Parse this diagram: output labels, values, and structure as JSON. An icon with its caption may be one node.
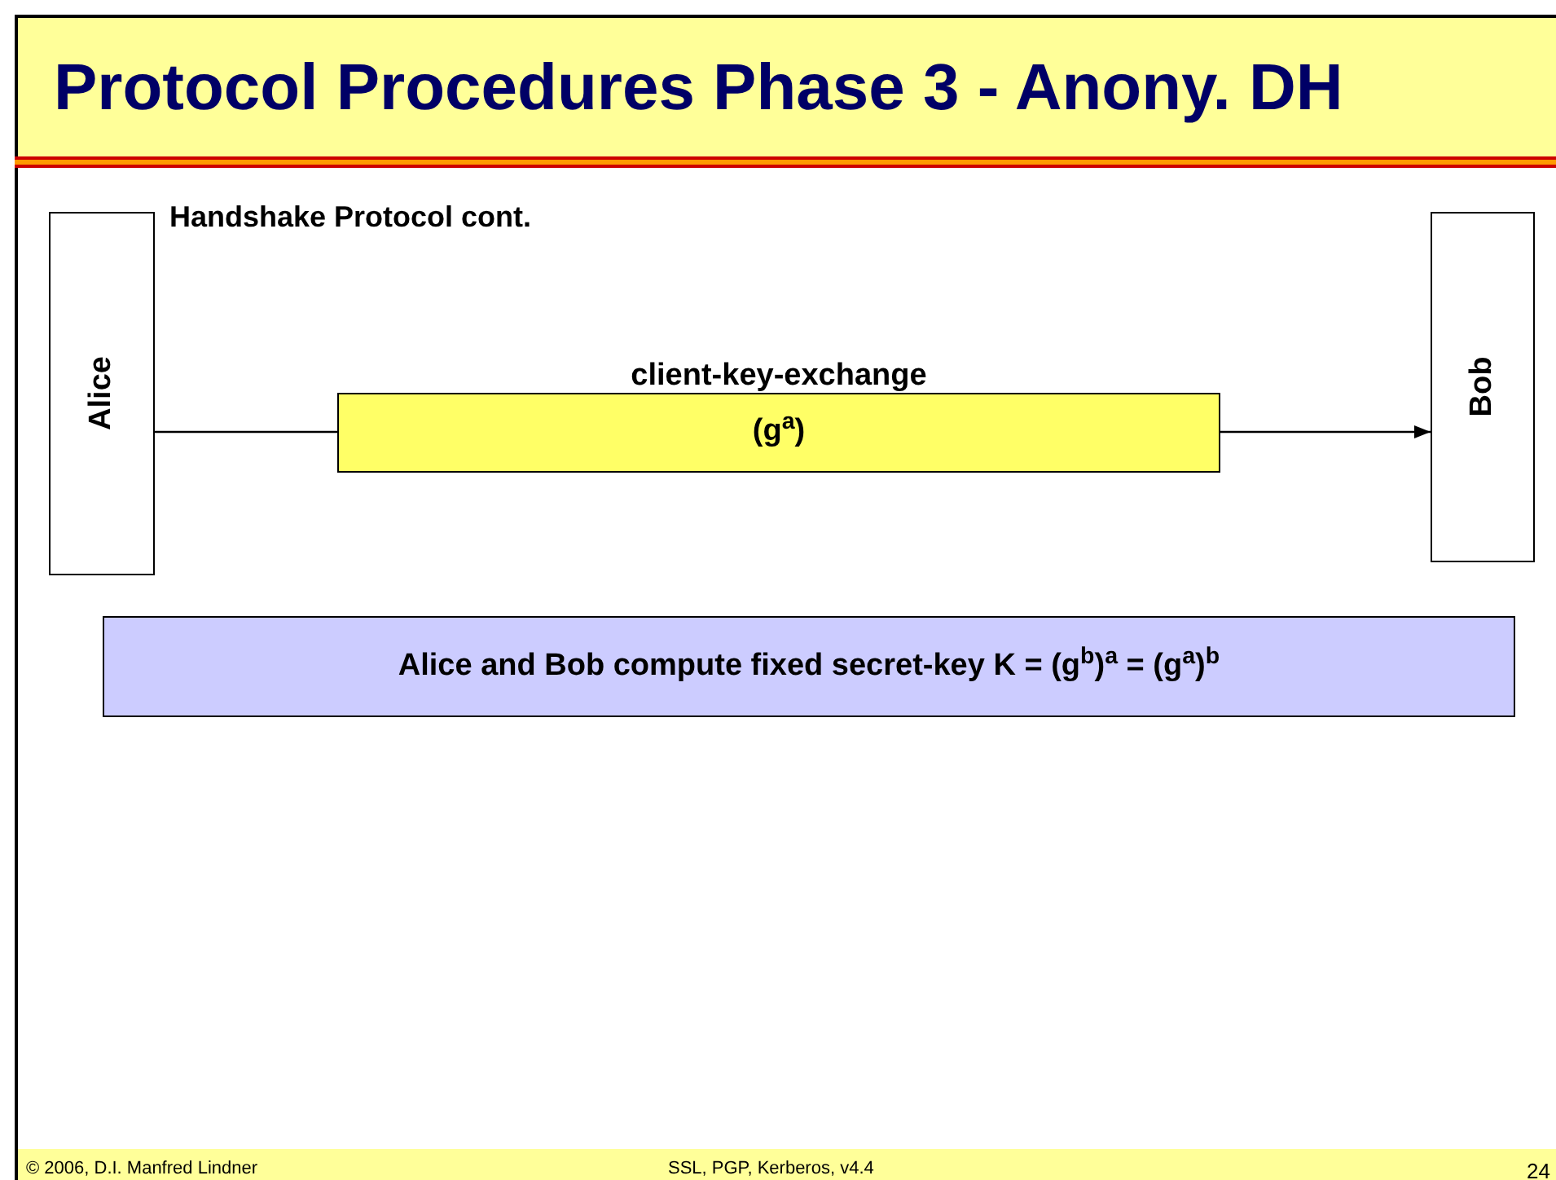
{
  "diagram": {
    "title": "Protocol Procedures Phase 3 - Anony. DH",
    "nodes": [
      {
        "text": [
          "Alice"
        ]
      },
      {
        "text": [
          "client-key-exchange",
          "(g$^{a}$)"
        ]
      },
      {
        "text": [
          "Bob"
        ]
      },
      {
        "text": [
          "Alice and Bob compute fixed secret-key K = (g$^{b}$)$^{a}$ = (g$^{a}$)$^{b}$"
        ]
      }
    ],
    "edges": [
      {
        "from": 0,
        "to": 1,
        "arrow": "none"
      },
      {
        "from": 1,
        "to": 2,
        "arrow": "to"
      }
    ],
    "labels": [
      "Handshake Protocol cont.",
      "© 2006, D.I. Manfred Lindner",
      "SSL, PGP, Kerberos, v4.4",
      "24"
    ]
  }
}
